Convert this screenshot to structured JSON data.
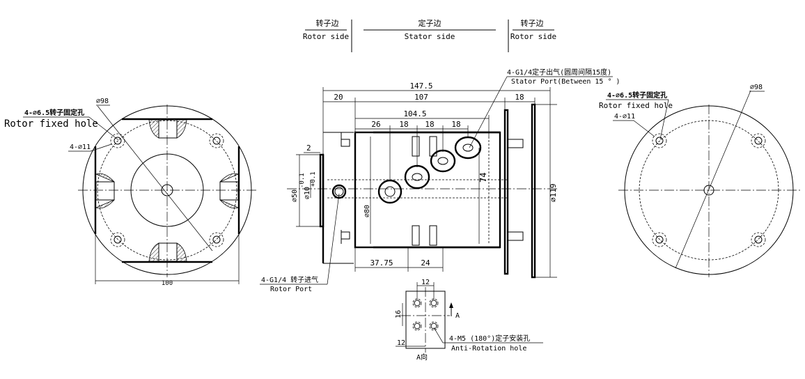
{
  "header": {
    "left_cn": "转子边",
    "left_en": "Rotor side",
    "mid_cn": "定子边",
    "mid_en": "Stator side",
    "right_cn": "转子边",
    "right_en": "Rotor side"
  },
  "left_view": {
    "phi98": "⌀98",
    "fix_cn": "4-⌀6.5转子固定孔",
    "fix_en": "Rotor fixed hole",
    "hole": "4-⌀11",
    "width": "100"
  },
  "side_view": {
    "d147_5": "147.5",
    "d20": "20",
    "d107": "107",
    "d18a": "18",
    "d104_5": "104.5",
    "d26": "26",
    "d18b": "18",
    "d18c": "18",
    "d18d": "18",
    "d2": "2",
    "d50": "⌀50",
    "d50_tol": "-0.1",
    "d50_tol0": "0",
    "d10": "⌀10",
    "d10_tol": "+0.1",
    "d80": "⌀80",
    "d74": "74",
    "d119": "⌀119",
    "d37_75": "37.75",
    "d24": "24",
    "stator_port_cn": "4-G1/4定子出气(圆周间隔15度)",
    "stator_port_en": "Stator Port(Between 15 ° )",
    "rotor_port_cn": "4-G1/4 转子进气",
    "rotor_port_en": "Rotor Port"
  },
  "detail_a": {
    "d12_top": "12",
    "d16": "16",
    "d12_bottom": "12",
    "arrow_label": "A",
    "view_label": "A向",
    "anti_cn": "4-M5 (180°)定子安装孔",
    "anti_en": "Anti-Rotation hole"
  },
  "right_view": {
    "phi98": "⌀98",
    "fix_cn": "4-⌀6.5转子固定孔",
    "fix_en": "Rotor fixed hole",
    "hole": "4-⌀11"
  }
}
